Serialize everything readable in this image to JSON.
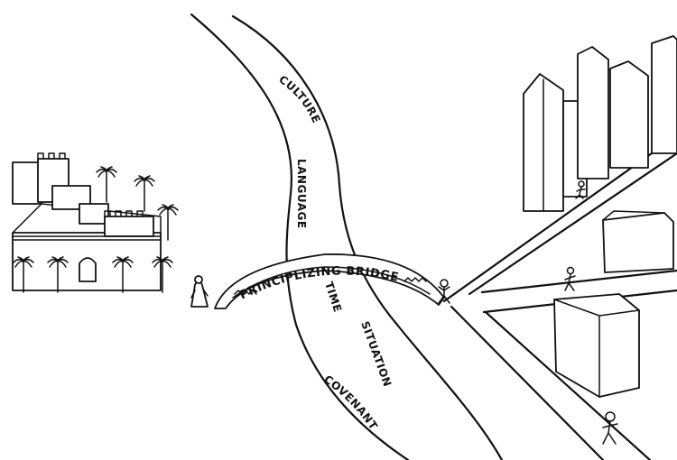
{
  "labels": {
    "culture": "CULTURE",
    "language": "LANGUAGE",
    "bridge": "PRINCIPLIZING BRIDGE",
    "time": "TIME",
    "situation": "SITUATION",
    "covenant": "COVENANT"
  }
}
